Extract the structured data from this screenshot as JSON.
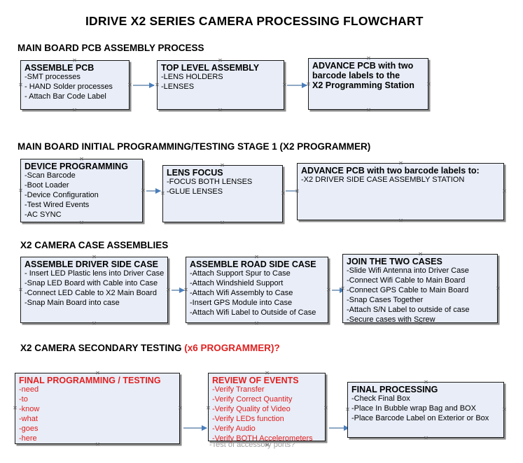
{
  "document": {
    "title": "IDRIVE X2  SERIES CAMERA PROCESSING FLOWCHART",
    "accent_color": "#e02020",
    "box_fill": "#e8edf7",
    "box_border": "#1a1a1a",
    "connector_color": "#8fa9c4",
    "arrowhead_color": "#4a7ebb"
  },
  "sections": [
    {
      "id": "main-board-pcb-assembly",
      "title": "MAIN BOARD PCB ASSEMBLY PROCESS",
      "title_accent": "",
      "boxes": [
        {
          "id": "assemble-pcb",
          "header": "ASSEMBLE PCB",
          "lines": [
            "-SMT processes",
            "- HAND Solder processes",
            "- Attach Bar Code Label"
          ],
          "red": false
        },
        {
          "id": "top-level-assembly",
          "header": "TOP LEVEL ASSEMBLY",
          "lines": [
            "-LENS HOLDERS",
            "-LENSES"
          ],
          "red": false
        },
        {
          "id": "advance-pcb-programming-station",
          "header": "ADVANCE PCB with two",
          "header_lines": [
            "ADVANCE PCB with two",
            "barcode labels to the",
            " X2 Programming Station"
          ],
          "lines": [],
          "red": false
        }
      ]
    },
    {
      "id": "main-board-initial-programming",
      "title": "MAIN BOARD INITIAL PROGRAMMING/TESTING STAGE 1 (X2 PROGRAMMER)",
      "title_accent": "",
      "boxes": [
        {
          "id": "device-programming",
          "header": "DEVICE PROGRAMMING",
          "lines": [
            "-Scan Barcode",
            "-Boot Loader",
            "-Device Configuration",
            "-Test Wired Events",
            "-AC SYNC"
          ],
          "red": false
        },
        {
          "id": "lens-focus",
          "header": "LENS FOCUS",
          "lines": [
            "-FOCUS BOTH LENSES",
            "-GLUE LENSES"
          ],
          "red": false
        },
        {
          "id": "advance-pcb-driver-side-case",
          "header": "ADVANCE PCB with two barcode labels to:",
          "lines": [
            "-X2 DRIVER  SIDE  CASE  ASSEMBLY STATION"
          ],
          "red": false
        }
      ]
    },
    {
      "id": "x2-camera-case-assemblies",
      "title": "X2 CAMERA CASE ASSEMBLIES",
      "title_accent": "",
      "boxes": [
        {
          "id": "assemble-driver-side-case",
          "header": "ASSEMBLE DRIVER SIDE CASE",
          "lines": [
            "- Insert LED Plastic lens into Driver Case",
            "-Snap LED Board with Cable into Case",
            "-Connect LED Cable to X2 Main Board",
            "-Snap Main Board into case"
          ],
          "red": false
        },
        {
          "id": "assemble-road-side-case",
          "header": "ASSEMBLE ROAD SIDE CASE",
          "lines": [
            "-Attach Support Spur to Case",
            "-Attach Windshield Support",
            "-Attach Wifi Assembly to Case",
            "-Insert GPS Module into Case",
            "-Attach Wifi Label to Outside of Case"
          ],
          "red": false
        },
        {
          "id": "join-the-two-cases",
          "header": "JOIN THE TWO CASES",
          "lines": [
            "-Slide Wifi Antenna into Driver Case",
            "-Connect Wifi Cable to Main Board",
            "-Connect GPS Cable to Main Board",
            "-Snap Cases Together",
            "-Attach S/N Label to outside of case",
            "-Secure cases with Screw"
          ],
          "red": false
        }
      ]
    },
    {
      "id": "x2-camera-secondary-testing",
      "title": "X2 CAMERA SECONDARY TESTING ",
      "title_accent": "(x6 PROGRAMMER)?",
      "boxes": [
        {
          "id": "final-programming-testing",
          "header": "FINAL PROGRAMMING / TESTING",
          "lines": [
            "-need",
            "-to",
            "-know",
            "-what",
            "-goes",
            "-here"
          ],
          "red": true
        },
        {
          "id": "review-of-events",
          "header": "REVIEW OF EVENTS",
          "lines": [
            "-Verify Transfer",
            "-Verify Correct Quantity",
            "-Verify Quality of Video",
            "-Verify LEDs function",
            "-Verify Audio",
            "-Verify BOTH Accelerometers"
          ],
          "overflow_line": "-Test of accessory ports?",
          "red": true
        },
        {
          "id": "final-processing",
          "header": "FINAL PROCESSING",
          "lines": [
            " -Check Final Box",
            "-Place In Bubble wrap Bag and BOX",
            "-Place Barcode Label on Exterior or Box"
          ],
          "red": false
        }
      ]
    }
  ]
}
